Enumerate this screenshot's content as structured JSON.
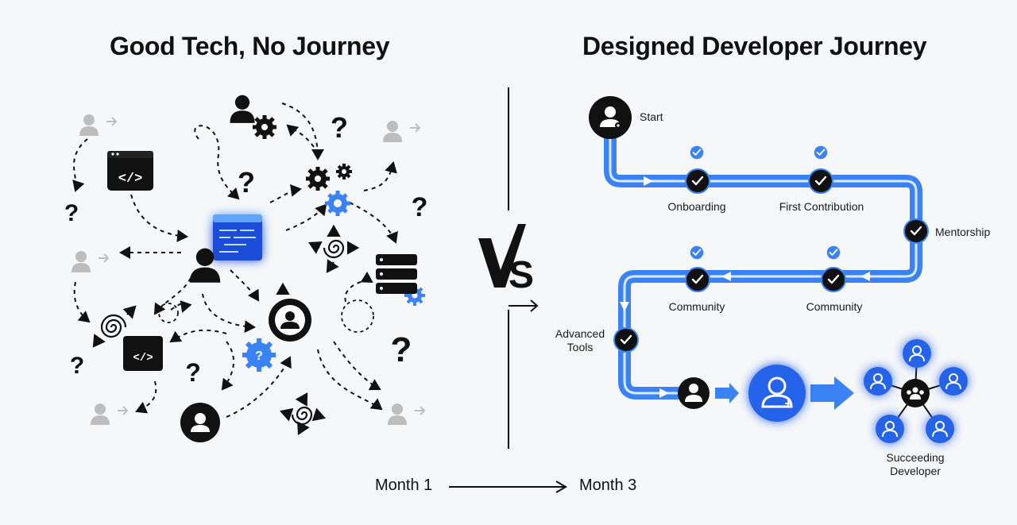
{
  "left_panel": {
    "title": "Good Tech, No Journey"
  },
  "right_panel": {
    "title": "Designed Developer Journey"
  },
  "versus": "VS",
  "journey": {
    "start": "Start",
    "steps": [
      "Onboarding",
      "First Contribution",
      "Mentorship",
      "Community",
      "Community",
      "Advanced Tools"
    ],
    "end": "Succeeding Developer"
  },
  "timeline": {
    "from": "Month 1",
    "to": "Month 3"
  },
  "colors": {
    "accent": "#3b82f6",
    "path": "#4a86e8",
    "ink": "#111111",
    "muted": "#b8b8b8"
  }
}
